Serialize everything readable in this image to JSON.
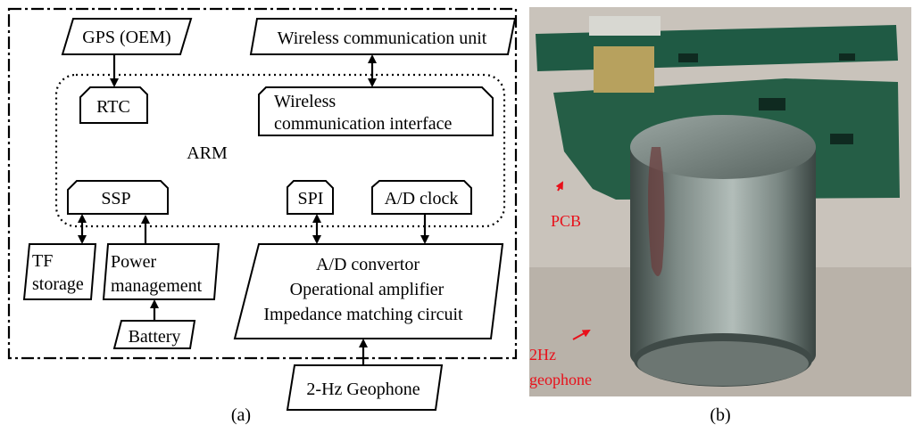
{
  "panel_a": {
    "caption": "(a)",
    "gps": "GPS (OEM)",
    "wireless_unit": "Wireless communication unit",
    "rtc": "RTC",
    "wireless_interface_line1": "Wireless",
    "wireless_interface_line2": "communication interface",
    "arm": "ARM",
    "ssp": "SSP",
    "spi": "SPI",
    "ad_clock": "A/D clock",
    "tf_storage_line1": "TF",
    "tf_storage_line2": "storage",
    "power_line1": "Power",
    "power_line2": "management",
    "battery": "Battery",
    "analog_line1": "A/D convertor",
    "analog_line2": "Operational amplifier",
    "analog_line3": "Impedance matching circuit",
    "geophone": "2-Hz Geophone"
  },
  "panel_b": {
    "caption": "(b)",
    "pcb_label": "PCB",
    "geophone_line1": "2Hz",
    "geophone_line2": "geophone",
    "label_color": "#e8101a"
  }
}
